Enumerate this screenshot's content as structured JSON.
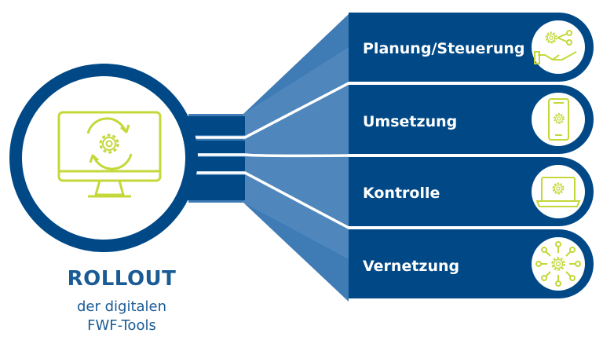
{
  "title": "ROLLOUT",
  "subtitle_lines": [
    "der digitalen",
    "FWF-Tools"
  ],
  "colors": {
    "dark_blue": "#004986",
    "mid_blue": "#2e6ea5",
    "light_blue": "#4f86bb",
    "accent_green": "#c4d83a",
    "white": "#ffffff"
  },
  "items": [
    {
      "label": "Planung/Steuerung",
      "icon": "hand-gears-icon"
    },
    {
      "label": "Umsetzung",
      "icon": "smartphone-gear-icon"
    },
    {
      "label": "Kontrolle",
      "icon": "laptop-gear-icon"
    },
    {
      "label": "Vernetzung",
      "icon": "network-gear-icon"
    }
  ],
  "center_icon": "monitor-sync-gear-icon"
}
